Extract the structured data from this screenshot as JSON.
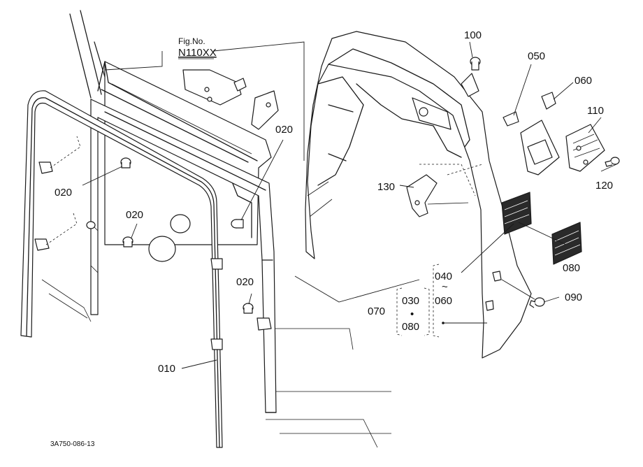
{
  "figure": {
    "fig_caption": "Fig.No.",
    "fig_number": "N110XX",
    "drawing_code": "3A750-086-13"
  },
  "callouts": {
    "p010": "010",
    "p020_a": "020",
    "p020_b": "020",
    "p020_c": "020",
    "p020_d": "020",
    "p030": "030",
    "p040": "040",
    "p050": "050",
    "p060_a": "060",
    "p060_b": "060",
    "p070": "070",
    "p080_a": "080",
    "p080_b": "080",
    "p090": "090",
    "p100": "100",
    "p110": "110",
    "p120": "120",
    "p130": "130",
    "range_tilde": "~",
    "dot_sep": "•"
  }
}
